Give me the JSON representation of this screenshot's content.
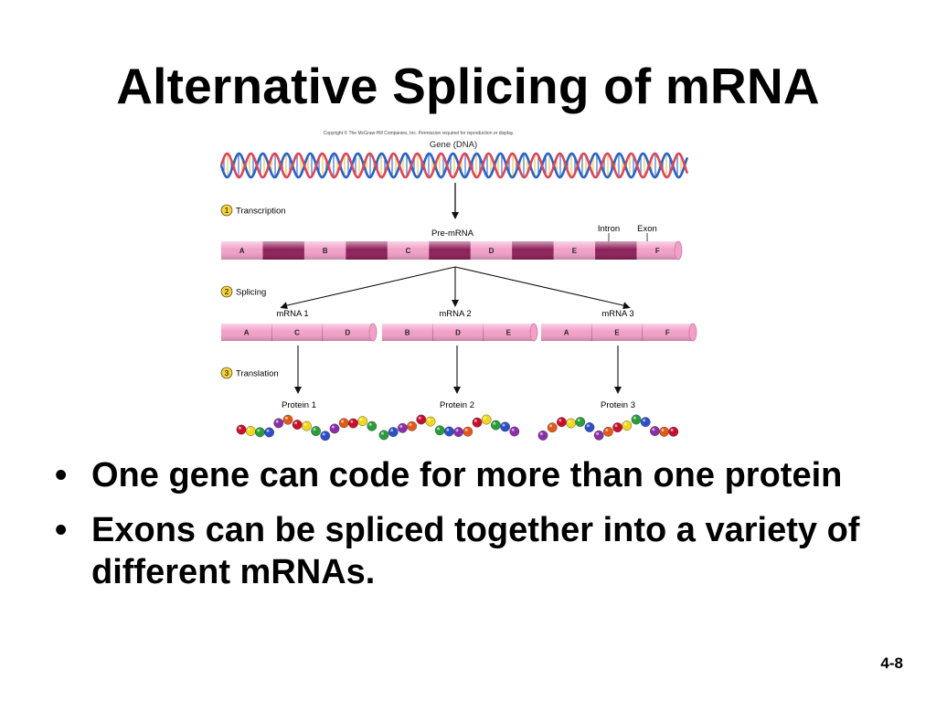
{
  "slide": {
    "title": "Alternative Splicing of mRNA",
    "bullets": [
      "One gene can code for more than one protein",
      "Exons can be spliced together into a variety of different mRNAs."
    ],
    "bullet_glyph": "•",
    "page_number": "4-8"
  },
  "figure": {
    "copyright": "Copyright © The McGraw-Hill Companies, Inc. Permission required for reproduction or display.",
    "gene_label": "Gene (DNA)",
    "steps": [
      {
        "number": "1",
        "label": "Transcription"
      },
      {
        "number": "2",
        "label": "Splicing"
      },
      {
        "number": "3",
        "label": "Translation"
      }
    ],
    "pre_mrna": {
      "label": "Pre-mRNA",
      "intron_label": "Intron",
      "exon_label": "Exon",
      "exons": [
        "A",
        "B",
        "C",
        "D",
        "E",
        "F"
      ]
    },
    "mrnas": [
      {
        "label": "mRNA 1",
        "exons": [
          "A",
          "C",
          "D"
        ]
      },
      {
        "label": "mRNA 2",
        "exons": [
          "B",
          "D",
          "E"
        ]
      },
      {
        "label": "mRNA 3",
        "exons": [
          "A",
          "E",
          "F"
        ]
      }
    ],
    "proteins": [
      "Protein 1",
      "Protein 2",
      "Protein 3"
    ],
    "colors": {
      "exon": "#f2a0c8",
      "intron": "#8e1f5a",
      "step_badge": "#f5d23a",
      "dna_a": "#2a63c4",
      "dna_b": "#d8485c",
      "bead_palette": [
        "#c8102e",
        "#f0d81c",
        "#2a9d3a",
        "#2e4fc9",
        "#8a2fa8",
        "#e05a1a"
      ]
    }
  }
}
